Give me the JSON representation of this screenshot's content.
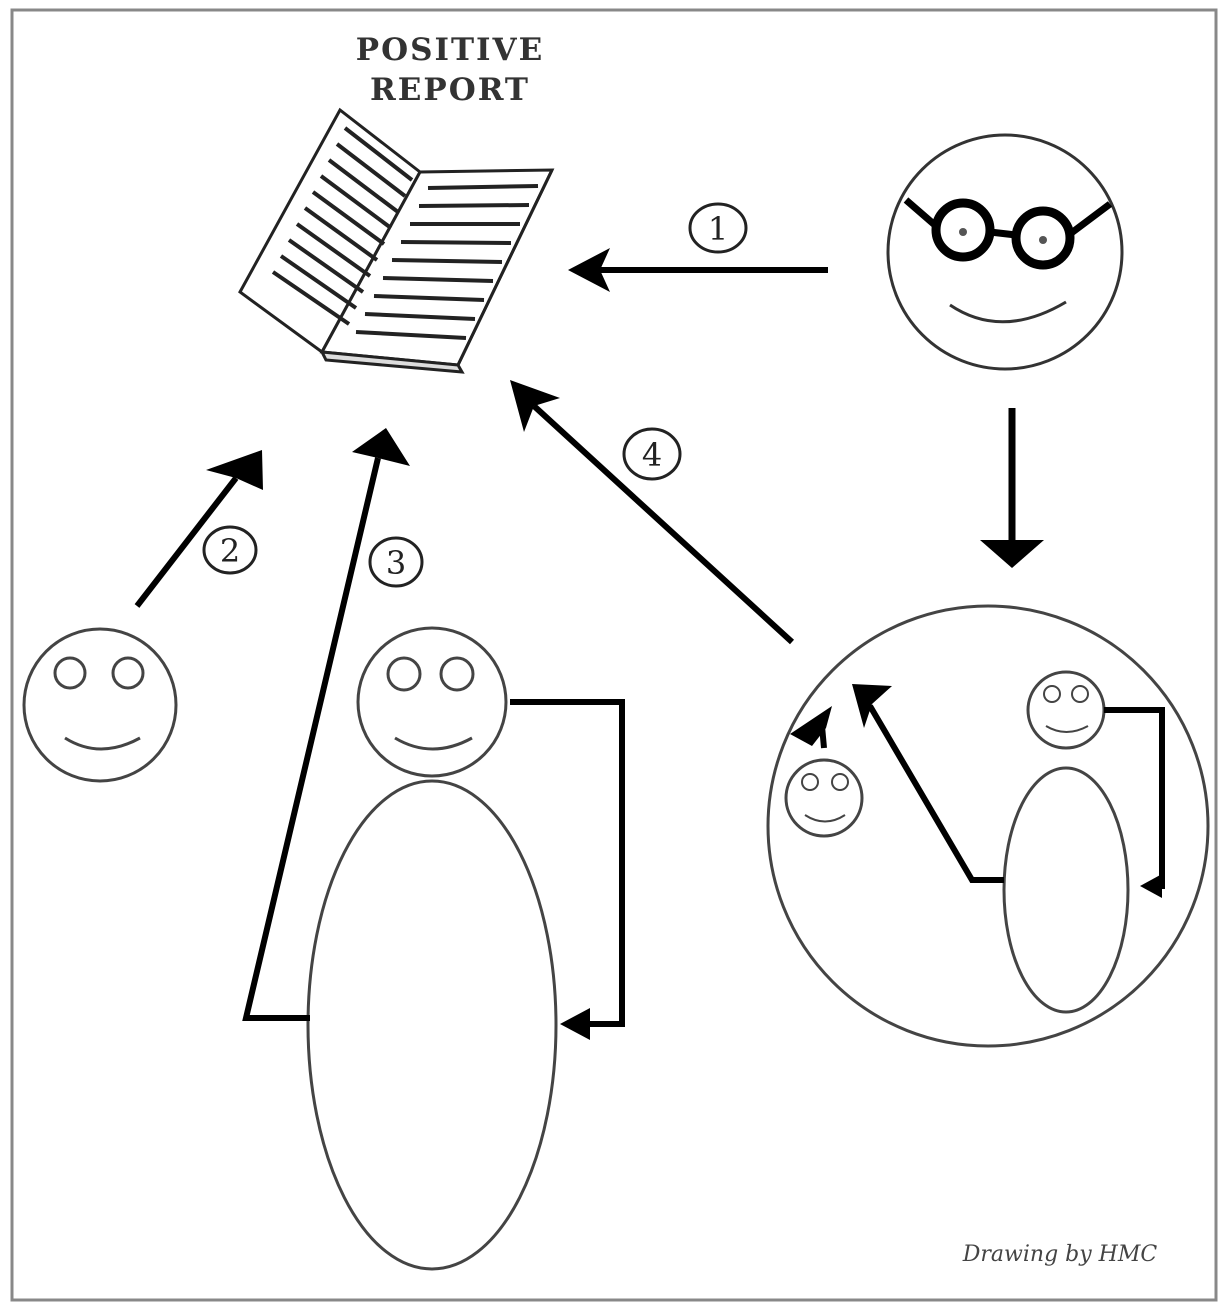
{
  "report": {
    "title_line1": "POSITIVE",
    "title_line2": "REPORT"
  },
  "steps": [
    "1",
    "2",
    "3",
    "4"
  ],
  "credit": "Drawing by HMC"
}
